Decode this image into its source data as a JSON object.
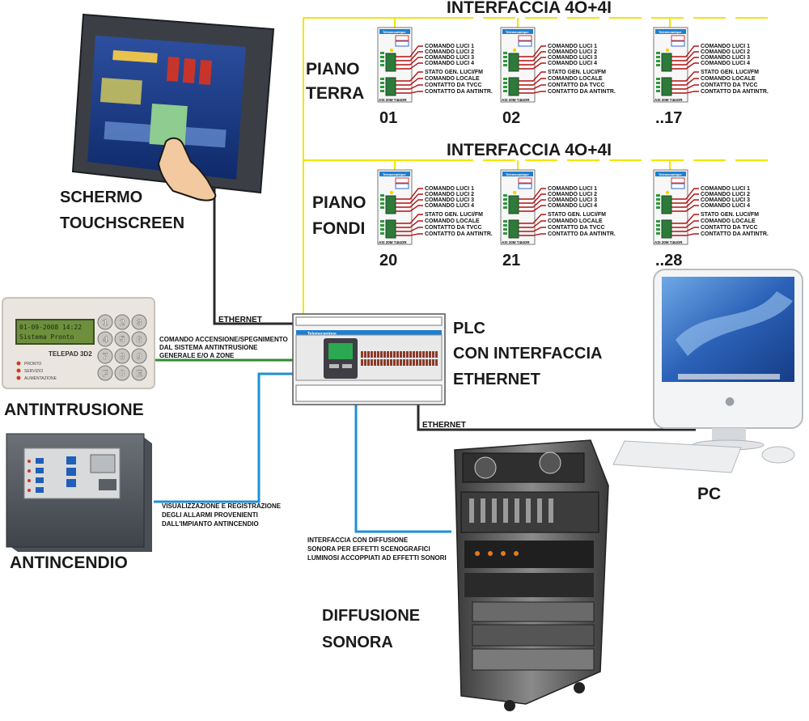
{
  "labels": {
    "interface_top": "INTERFACCIA 4O+4I",
    "interface_mid": "INTERFACCIA 4O+4I",
    "floor_ground": [
      "PIANO",
      "TERRA"
    ],
    "floor_basement": [
      "PIANO",
      "FONDI"
    ],
    "touchscreen": [
      "SCHERMO",
      "TOUCHSCREEN"
    ],
    "antintrusion": "ANTINTRUSIONE",
    "fire": "ANTINCENDIO",
    "plc": [
      "PLC",
      "CON INTERFACCIA",
      "ETHERNET"
    ],
    "pc": "PC",
    "sound": [
      "DIFFUSIONE",
      "SONORA"
    ]
  },
  "connections": {
    "ethernet_touch": "ETHERNET",
    "ethernet_pc": "ETHERNET",
    "antintrusion_note": [
      "COMANDO ACCENSIONE/SPEGNIMENTO",
      "DAL SISTEMA ANTINTRUSIONE",
      "GENERALE E/O A ZONE"
    ],
    "fire_note": [
      "VISUALIZZAZIONE E REGISTRAZIONE",
      "DEGLI ALLARMI PROVENIENTI",
      "DALL'IMPIANTO ANTINCENDIO"
    ],
    "sound_note": [
      "INTERFACCIA CON DIFFUSIONE",
      "SONORA PER EFFETTI SCENOGRAFICI",
      "LUMINOSI ACCOPPIATI AD EFFETTI SONORI"
    ]
  },
  "module": {
    "brand": "Telemecanique",
    "model": "ASI 20M T4I4OR",
    "outputs": [
      "COMANDO LUCI 1",
      "COMANDO LUCI 2",
      "COMANDO LUCI 3",
      "COMANDO LUCI 4"
    ],
    "inputs": [
      "STATO GEN. LUCI/FM",
      "COMANDO LOCALE",
      "CONTATTO DA TVCC",
      "CONTATTO DA ANTINTR."
    ]
  },
  "modules_top": [
    "01",
    "02",
    "..17"
  ],
  "modules_bottom": [
    "20",
    "21",
    "..28"
  ],
  "devices": {
    "keypad_name": "TELEPAD 3D2",
    "keypad_keys": [
      "1",
      "2",
      "3",
      "4",
      "5",
      "6",
      "7",
      "8",
      "9",
      "F",
      "0",
      "E"
    ],
    "keypad_display": [
      "01-09-2008 14:22",
      "Sistema Pronto"
    ],
    "keypad_leds": [
      "PRONTO",
      "SERVIZIO",
      "ALIMENTAZIONE"
    ],
    "plc_brand": "Telemecanique"
  },
  "colors": {
    "ethernet": "#2a2a2a",
    "yellow_bus": "#f2e600",
    "green_link": "#2e8b2e",
    "blue_link": "#1e90d6",
    "wire_red": "#b31212"
  }
}
